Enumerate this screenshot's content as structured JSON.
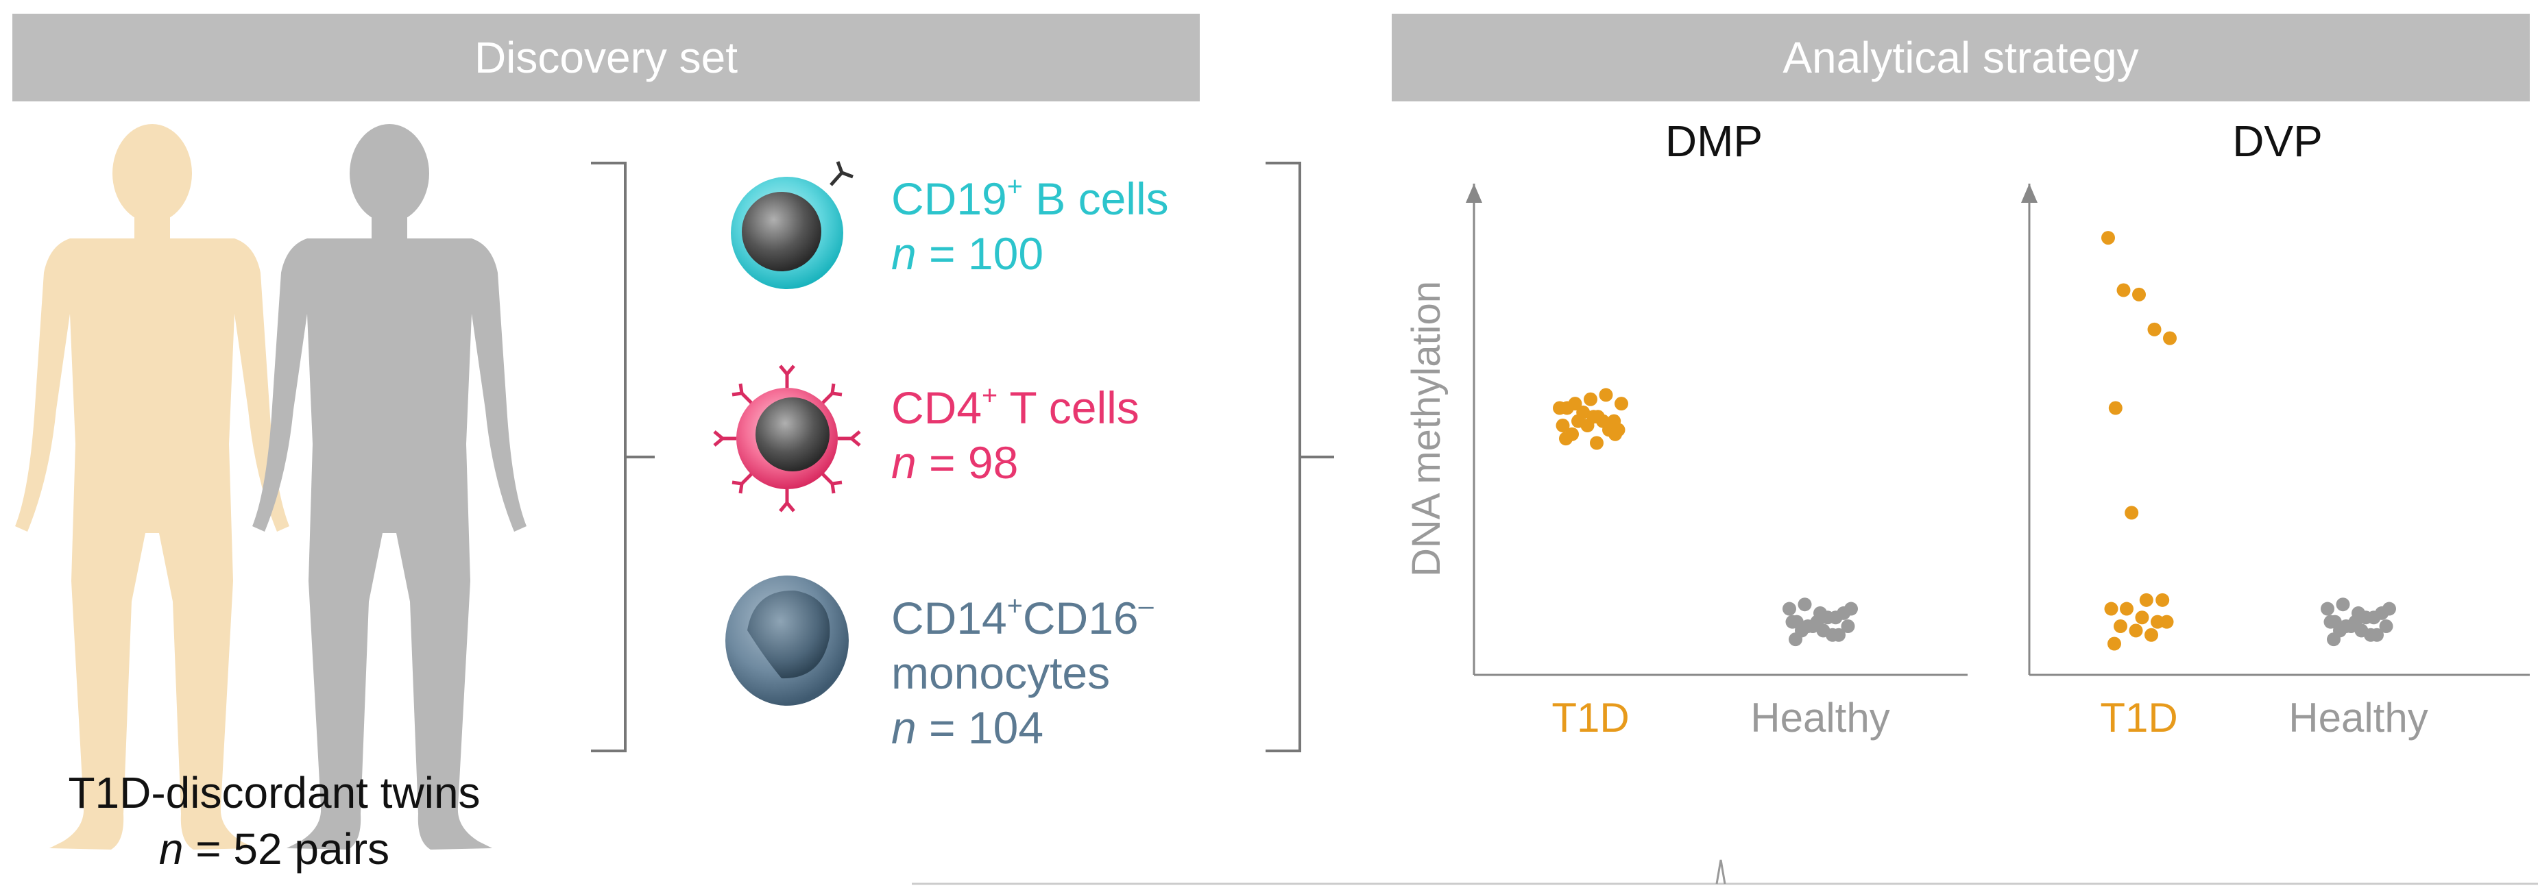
{
  "banners": {
    "left": "Discovery set",
    "right": "Analytical strategy"
  },
  "twins": {
    "caption_line1": "T1D-discordant twins",
    "caption_n_prefix": "n",
    "caption_n_rest": " = 52 pairs"
  },
  "cell_types": [
    {
      "name_main": "CD19",
      "name_sup": "+",
      "name_rest": " B cells",
      "n_prefix": "n",
      "n_rest": " = 100",
      "color": "#2cc4cc",
      "icon": "b-cell-icon"
    },
    {
      "name_main": "CD4",
      "name_sup": "+",
      "name_rest": " T cells",
      "n_prefix": "n",
      "n_rest": " = 98",
      "color": "#e8366f",
      "icon": "t-cell-icon"
    },
    {
      "name_main": "CD14",
      "name_sup": "+",
      "name_mid": "CD16",
      "name_sup2": "–",
      "name_line2": "monocytes",
      "n_prefix": "n",
      "n_rest": " = 104",
      "color": "#5c7a92",
      "icon": "monocyte-icon"
    }
  ],
  "charts": {
    "ylabel": "DNA methylation",
    "category_colors": {
      "T1D": "#e79a1b",
      "Healthy": "#9a9a9a"
    }
  },
  "chart_data": [
    {
      "type": "scatter",
      "title": "DMP",
      "categories": [
        "T1D",
        "Healthy"
      ],
      "ylabel": "DNA methylation",
      "ylim": [
        0,
        1
      ],
      "grid": false,
      "series": [
        {
          "category": "T1D",
          "y": [
            0.58,
            0.59,
            0.6,
            0.61,
            0.59,
            0.58,
            0.57,
            0.56,
            0.55,
            0.54,
            0.55,
            0.56,
            0.53,
            0.52,
            0.53,
            0.54,
            0.55,
            0.51,
            0.52,
            0.5
          ]
        },
        {
          "category": "Healthy",
          "y": [
            0.12,
            0.13,
            0.11,
            0.1,
            0.12,
            0.09,
            0.08,
            0.1,
            0.11,
            0.09,
            0.08,
            0.07,
            0.06,
            0.07,
            0.08,
            0.09,
            0.06,
            0.05
          ]
        }
      ]
    },
    {
      "type": "scatter",
      "title": "DVP",
      "categories": [
        "T1D",
        "Healthy"
      ],
      "ylabel": "DNA methylation",
      "ylim": [
        0,
        1
      ],
      "grid": false,
      "series": [
        {
          "category": "T1D",
          "y": [
            0.97,
            0.85,
            0.84,
            0.76,
            0.74,
            0.58,
            0.34,
            0.14,
            0.14,
            0.12,
            0.12,
            0.1,
            0.09,
            0.08,
            0.09,
            0.07,
            0.06,
            0.04
          ]
        },
        {
          "category": "Healthy",
          "y": [
            0.12,
            0.13,
            0.11,
            0.1,
            0.12,
            0.09,
            0.08,
            0.1,
            0.11,
            0.09,
            0.08,
            0.07,
            0.06,
            0.07,
            0.08,
            0.09,
            0.06,
            0.05
          ]
        }
      ]
    }
  ]
}
